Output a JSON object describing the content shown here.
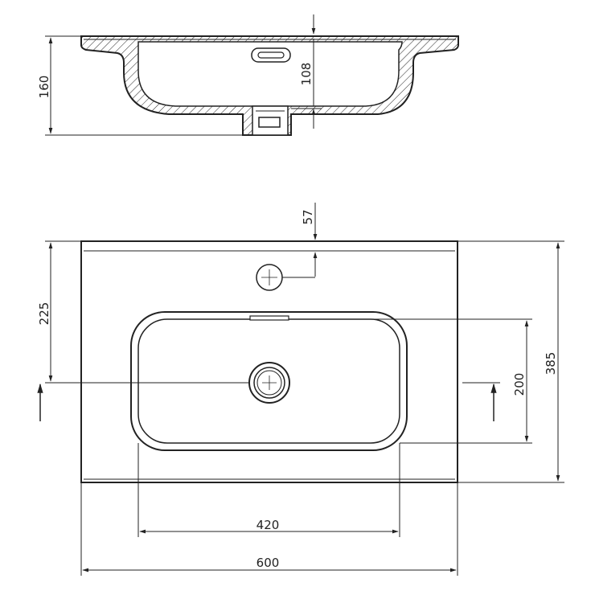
{
  "drawing": {
    "section_view": {
      "overall_height": "160",
      "bowl_depth": "108"
    },
    "plan_view": {
      "overflow_offset": "57",
      "drain_offset": "225",
      "overall_depth": "385",
      "bowl_depth": "200",
      "bowl_width": "420",
      "overall_width": "600"
    }
  }
}
